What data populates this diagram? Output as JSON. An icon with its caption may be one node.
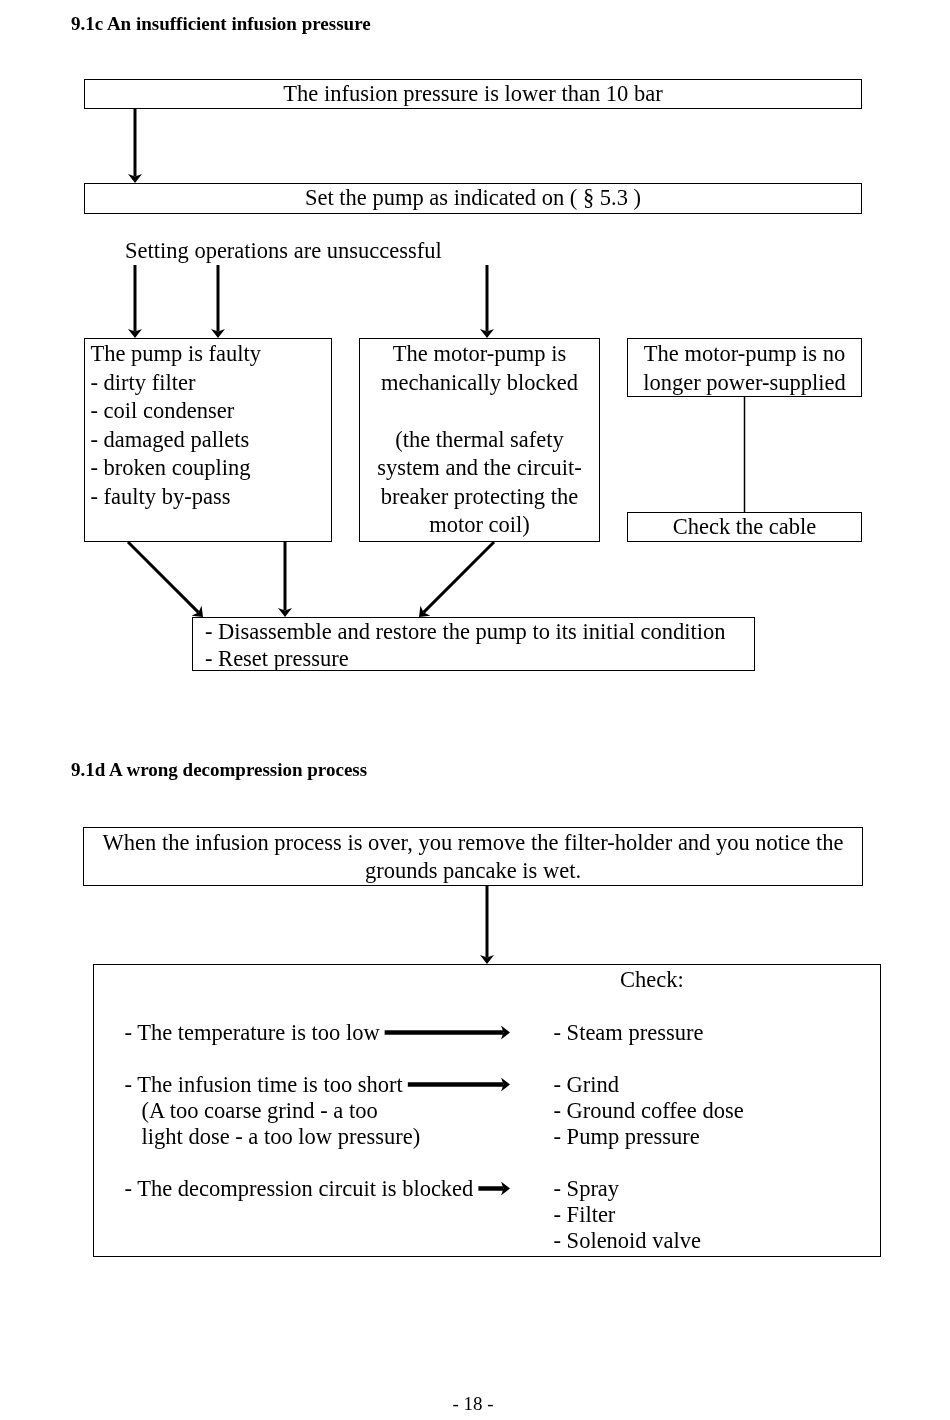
{
  "diagram": {
    "nodes": [
      {
        "text": [
          "The infusion pressure is lower than 10 bar"
        ]
      },
      {
        "text": [
          "Set the pump as indicated on ( § 5.3 )"
        ]
      },
      {
        "text": [
          "Setting operations are unsuccessful"
        ]
      },
      {
        "text": [
          "The pump is faulty",
          "- dirty filter",
          "- coil condenser",
          "- damaged pallets",
          "- broken coupling",
          "- faulty by-pass"
        ]
      },
      {
        "text": [
          "The motor-pump is mechanically blocked",
          "(the thermal safety system and the circuit-breaker protecting the motor coil)"
        ]
      },
      {
        "text": [
          "The motor-pump is no longer power-supplied"
        ]
      },
      {
        "text": [
          "Check the cable"
        ]
      },
      {
        "text": [
          "- Disassemble and restore the pump to its initial condition",
          "- Reset pressure"
        ]
      },
      {
        "text": [
          "When the infusion process is over, you remove the filter-holder and you notice the grounds pancake is wet."
        ]
      },
      {
        "text": [
          "Check:"
        ]
      },
      {
        "text": [
          "- The temperature is too low"
        ],
        "in": 9
      },
      {
        "text": [
          "- Steam pressure"
        ],
        "in": 9
      },
      {
        "text": [
          "- The infusion time is too short",
          "(A too coarse grind - a too light dose - a too low pressure)"
        ],
        "in": 9
      },
      {
        "text": [
          "- Grind",
          "- Ground coffee dose",
          "- Pump pressure"
        ],
        "in": 9
      },
      {
        "text": [
          "- The decompression circuit is blocked"
        ],
        "in": 9
      },
      {
        "text": [
          "- Spray",
          "- Filter",
          "- Solenoid valve"
        ],
        "in": 9
      }
    ],
    "edges": [
      {
        "from": 0,
        "to": 1,
        "arrow": "to"
      },
      {
        "from": 2,
        "to": 3,
        "arrow": "to"
      },
      {
        "from": 2,
        "to": 3,
        "arrow": "to"
      },
      {
        "from": 2,
        "to": 4,
        "arrow": "to"
      },
      {
        "from": 5,
        "to": 6,
        "arrow": "none"
      },
      {
        "from": 3,
        "to": 7,
        "arrow": "to"
      },
      {
        "from": 3,
        "to": 7,
        "arrow": "to"
      },
      {
        "from": 4,
        "to": 7,
        "arrow": "to"
      },
      {
        "from": 8,
        "to": 9,
        "arrow": "to"
      },
      {
        "from": 10,
        "to": 11,
        "arrow": "to"
      },
      {
        "from": 12,
        "to": 13,
        "arrow": "to"
      },
      {
        "from": 14,
        "to": 15,
        "arrow": "to"
      }
    ],
    "labels": [
      "9.1c An insufficient infusion pressure",
      "9.1d A wrong decompression process",
      "- 18 -"
    ]
  }
}
